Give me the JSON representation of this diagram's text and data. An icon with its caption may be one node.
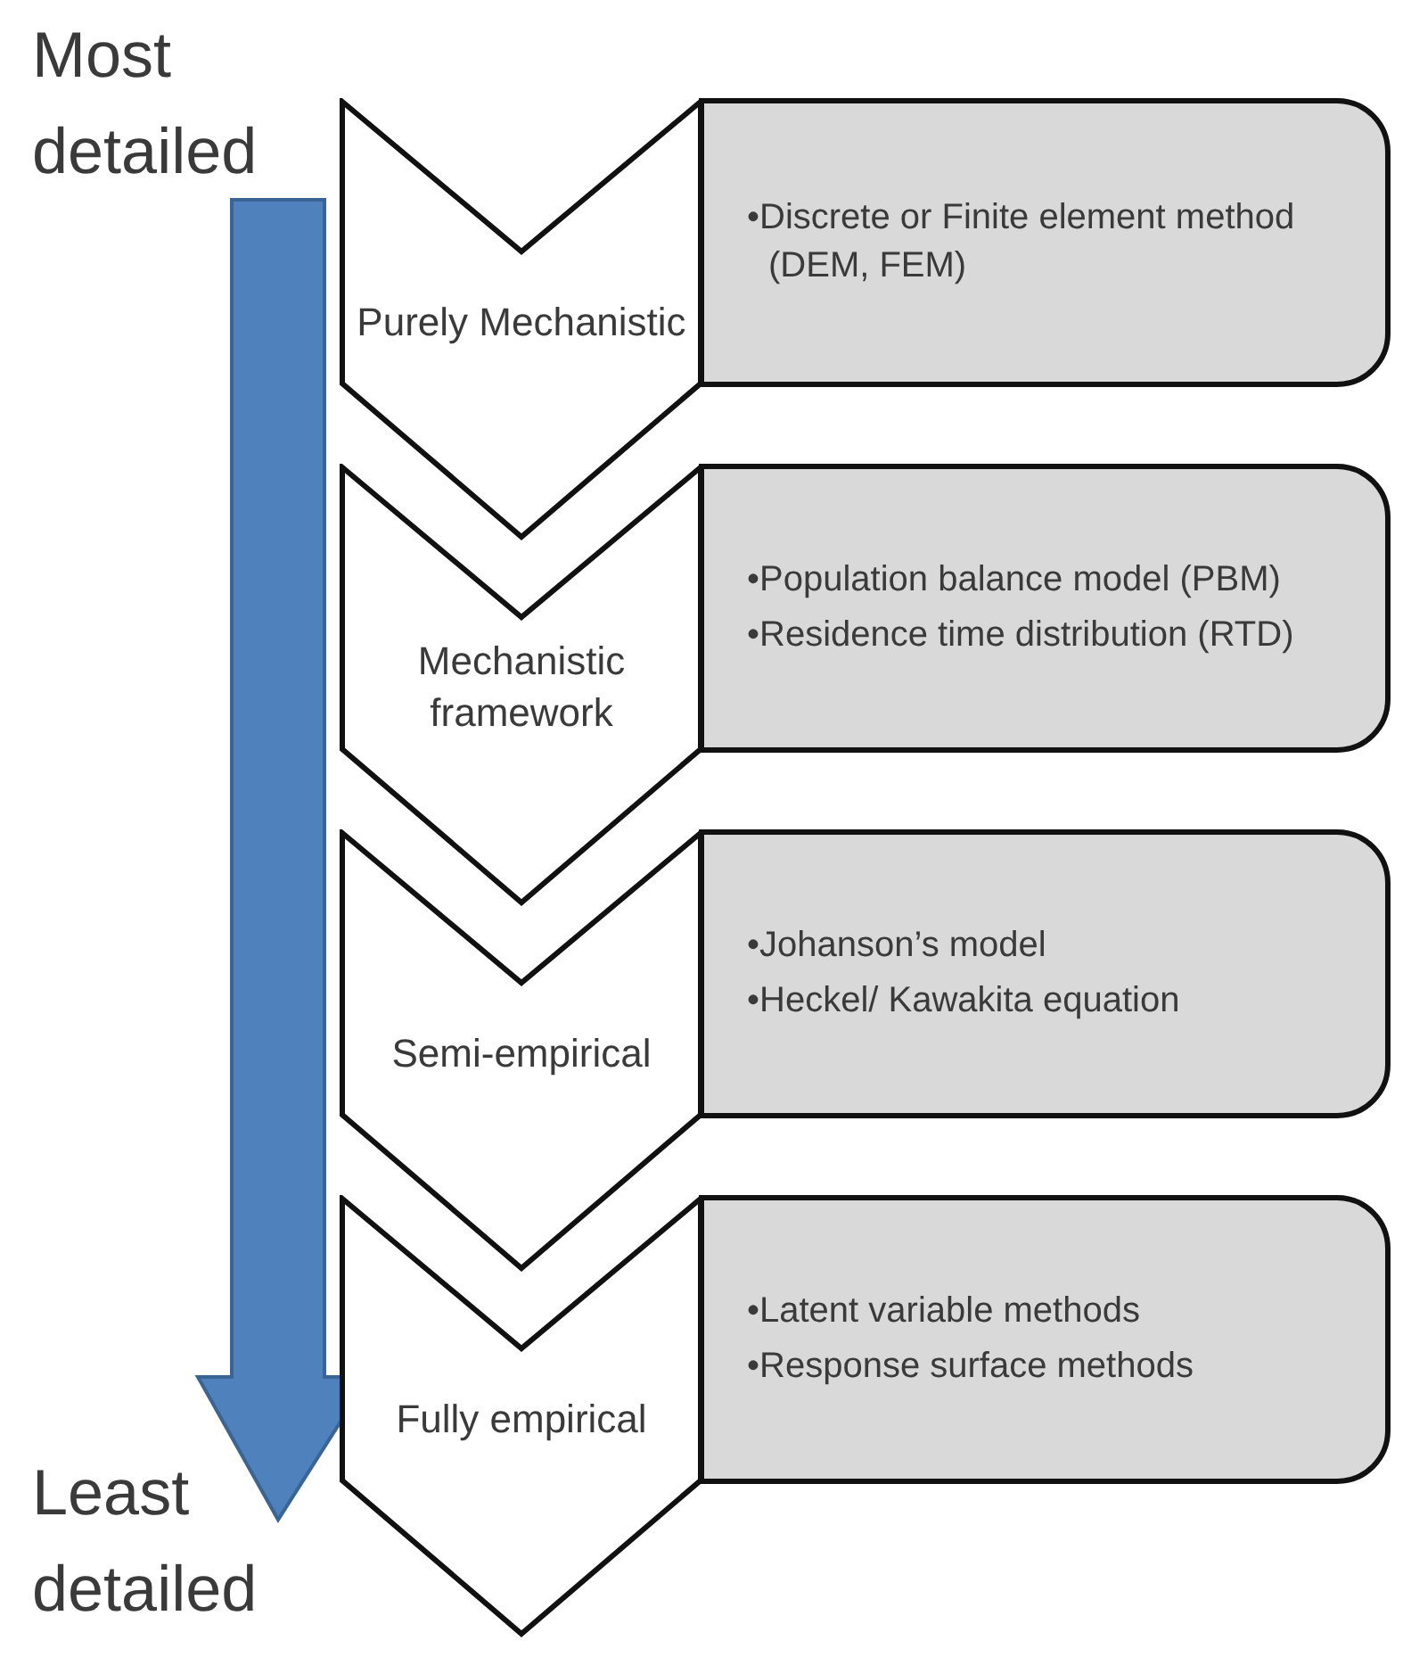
{
  "diagram": {
    "nodes": [
      {
        "text": [
          "Purely Mechanistic"
        ]
      },
      {
        "text": [
          "•Discrete or Finite element method (DEM, FEM)"
        ]
      },
      {
        "text": [
          "Mechanistic framework"
        ]
      },
      {
        "text": [
          "•Population balance model (PBM)",
          "•Residence time distribution (RTD)"
        ]
      },
      {
        "text": [
          "Semi-empirical"
        ]
      },
      {
        "text": [
          "•Johanson’s model",
          "•Heckel/ Kawakita equation"
        ]
      },
      {
        "text": [
          "Fully empirical"
        ]
      },
      {
        "text": [
          "•Latent variable methods",
          "•Response surface methods"
        ]
      }
    ],
    "labels": [
      "Most detailed",
      "Least detailed"
    ]
  }
}
